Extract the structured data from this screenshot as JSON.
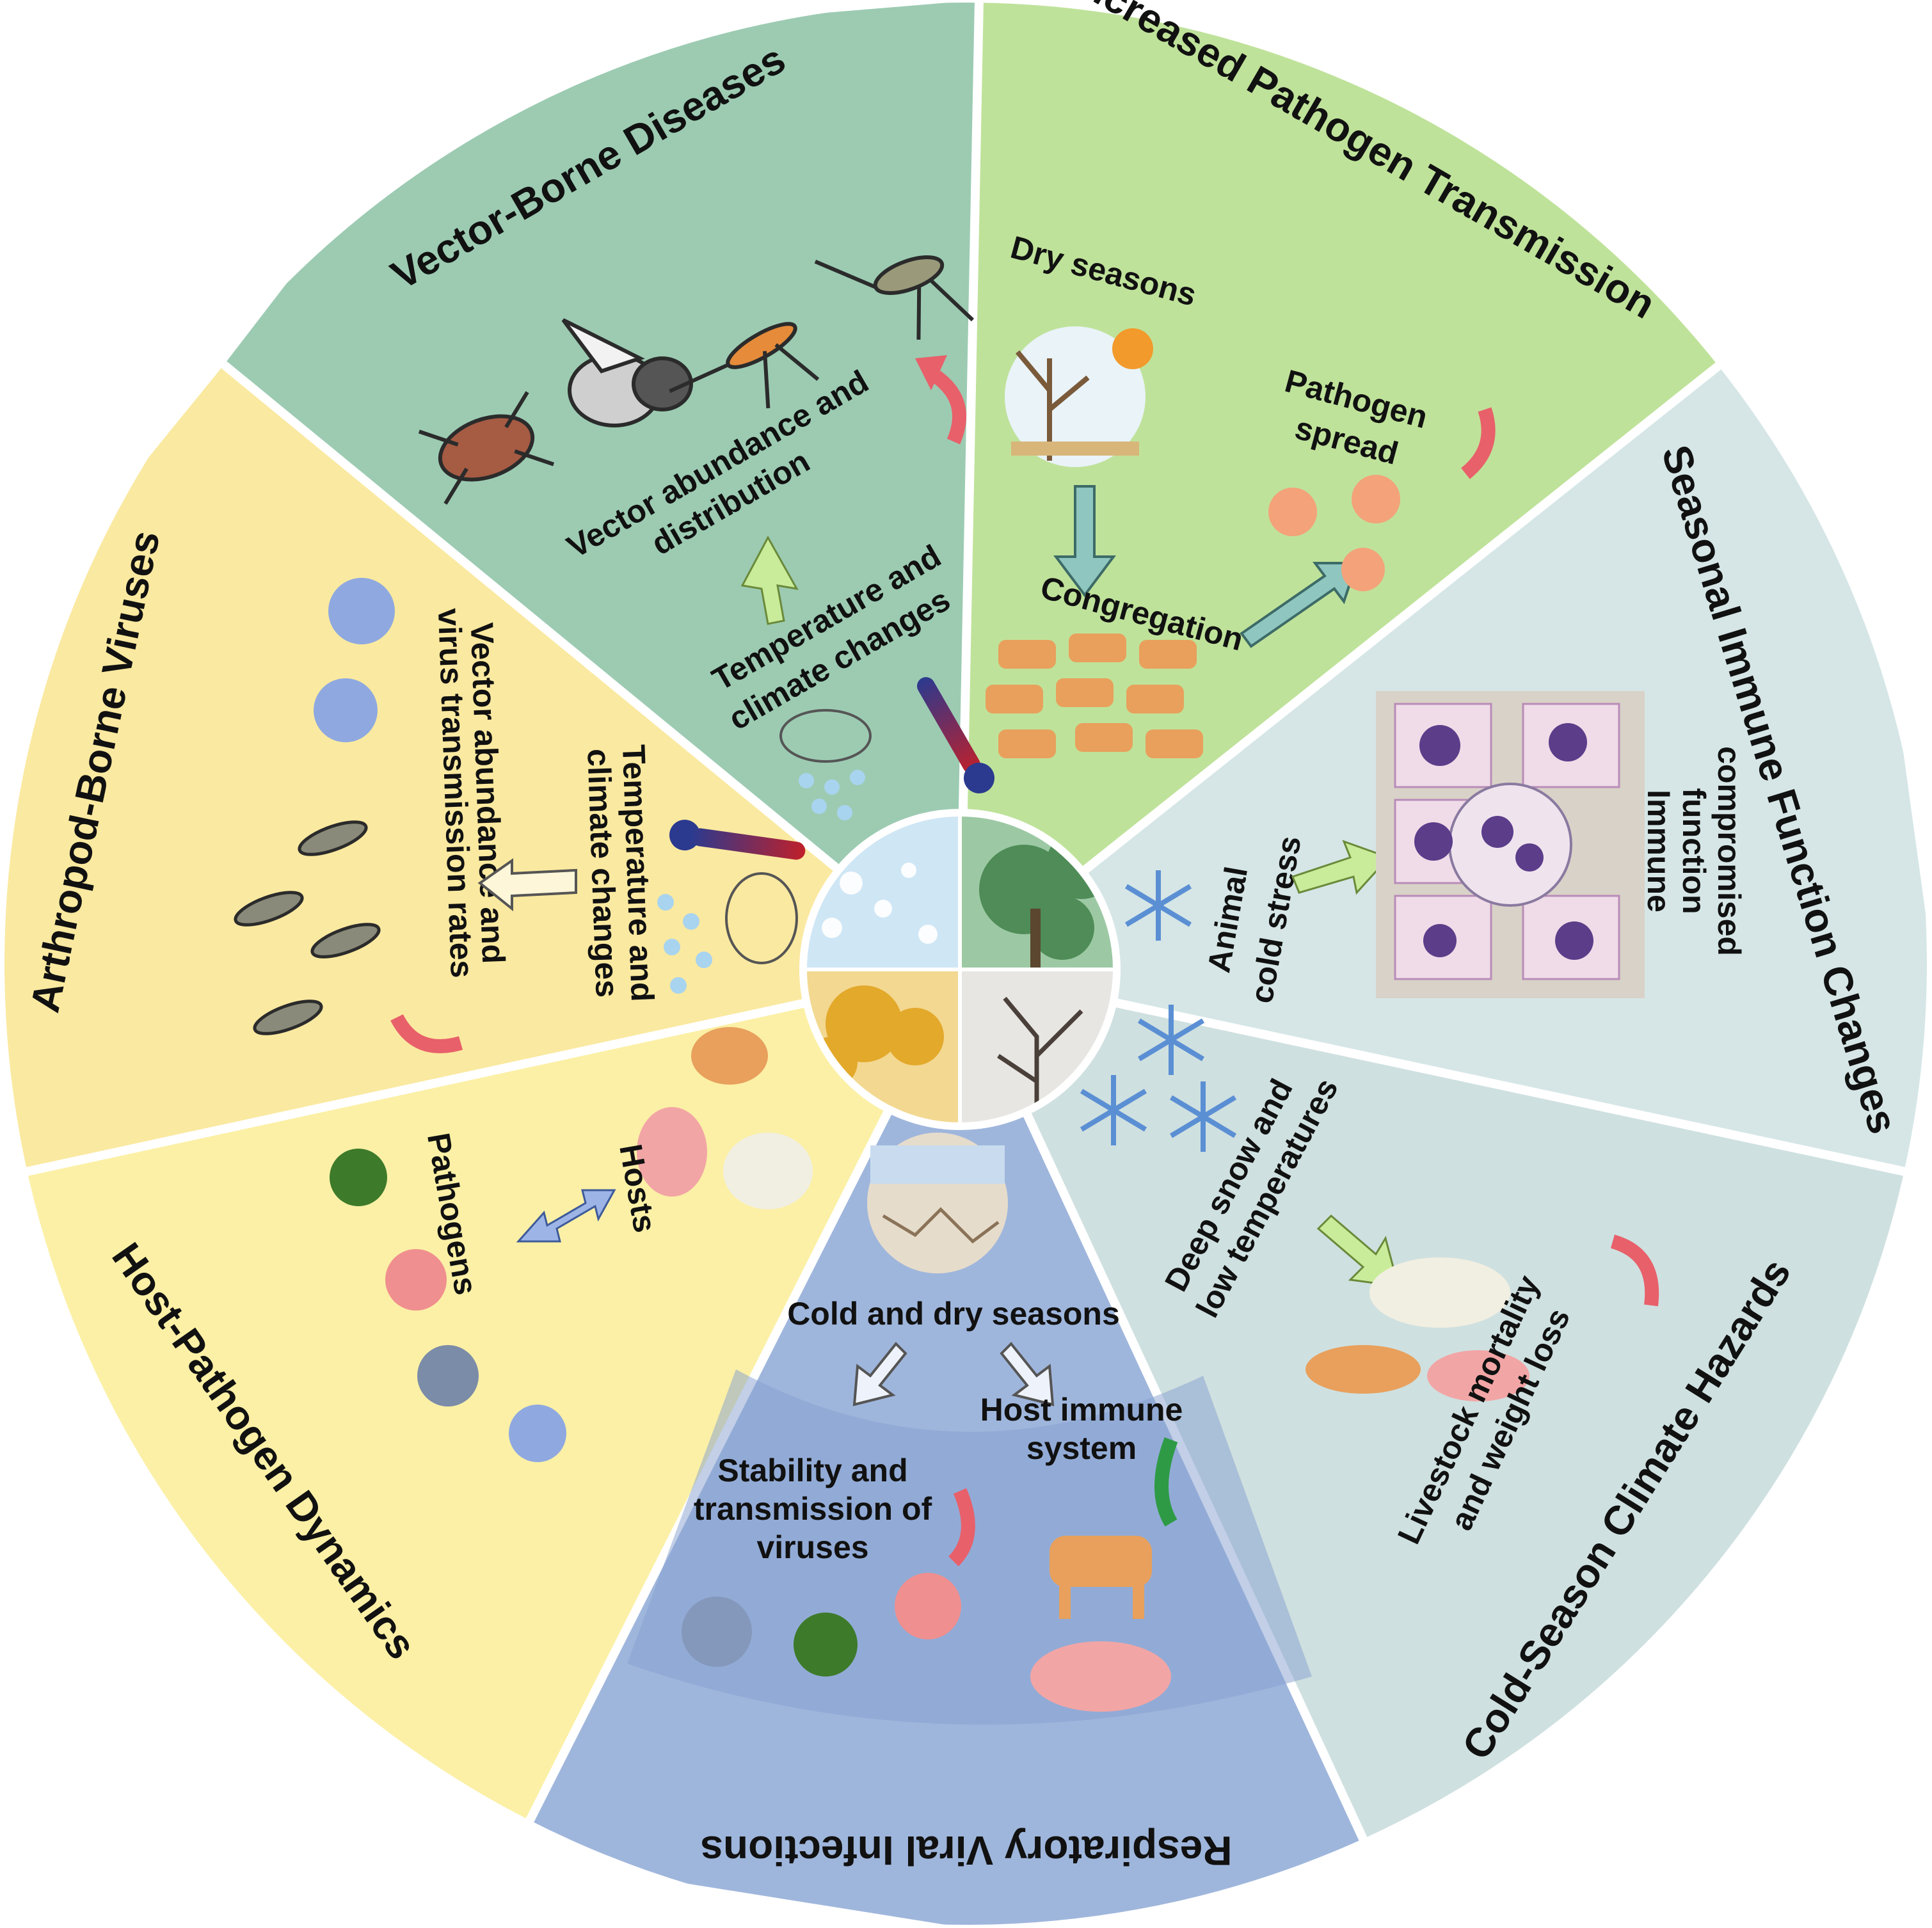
{
  "colors": {
    "vector_borne": "#9ccbb2",
    "increased_pathogen": "#bfe29a",
    "seasonal_immune": "#d6e6e6",
    "cold_season": "#cfe0e0",
    "respiratory": "#9fb6dc",
    "host_pathogen": "#fbf0a6",
    "arthropod": "#fae9a0",
    "border": "#ffffff",
    "arrow_red": "#e8606a",
    "arrow_green": "#2e9a46",
    "arrow_teal": "#8fc6c0",
    "arrow_light_green": "#c9ec9a",
    "arrow_blue": "#9db4e6",
    "virus_blue": "#8fa9e0",
    "virus_green": "#3d7a2a",
    "virus_pink": "#f08f8f",
    "virus_gray": "#7b8ca8",
    "virus_orange": "#f3a27a"
  },
  "sectors": {
    "vector_borne": {
      "title": "Vector-Borne Diseases",
      "label_abundance_1": "Vector abundance and",
      "label_abundance_2": "distribution",
      "label_temp_1": "Temperature and",
      "label_temp_2": "climate changes"
    },
    "increased_pathogen": {
      "title": "Increased Pathogen Transmission",
      "label_dry": "Dry seasons",
      "label_spread_1": "Pathogen",
      "label_spread_2": "spread",
      "label_congregation": "Congregation"
    },
    "seasonal_immune": {
      "title": "Seasonal Immune Function Changes",
      "label_cold_1": "Animal",
      "label_cold_2": "cold stress",
      "label_immune_1": "Immune",
      "label_immune_2": "function",
      "label_immune_3": "compromised"
    },
    "cold_season": {
      "title": "Cold-Season Climate Hazards",
      "label_snow_1": "Deep snow and",
      "label_snow_2": "low temperatures",
      "label_livestock_1": "Livestock mortality",
      "label_livestock_2": "and weight loss"
    },
    "respiratory": {
      "title": "Respiratory Viral Infections",
      "label_cold_dry": "Cold and dry seasons",
      "label_host_1": "Host immune",
      "label_host_2": "system",
      "label_stab_1": "Stability and",
      "label_stab_2": "transmission of",
      "label_stab_3": "viruses"
    },
    "host_pathogen": {
      "title": "Host-Pathogen Dynamics",
      "label_hosts": "Hosts",
      "label_pathogens": "Pathogens"
    },
    "arthropod": {
      "title": "Arthropod-Borne Viruses",
      "label_vec_1": "Vector abundance and",
      "label_vec_2": "virus transmission rates",
      "label_temp_1": "Temperature and",
      "label_temp_2": "climate changes"
    }
  }
}
